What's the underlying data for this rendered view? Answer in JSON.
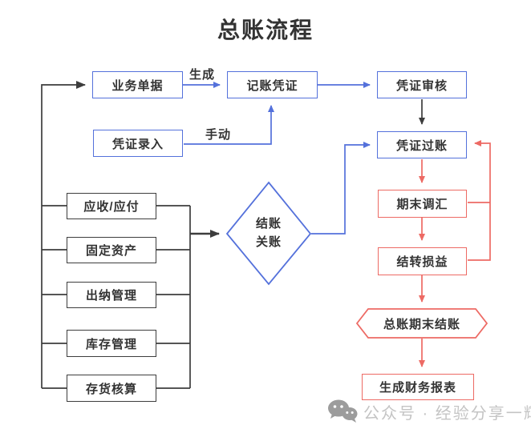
{
  "title": "总账流程",
  "colors": {
    "blue": "#5471DB",
    "red": "#ED6A64",
    "ink": "#333333",
    "line": "#3d3d3d",
    "wm-text": "#c4c4c4",
    "wm-icon": "#9c9c9c"
  },
  "nodes": {
    "business_docs": "业务单据",
    "bookkeeping_voucher": "记账凭证",
    "voucher_review": "凭证审核",
    "voucher_entry": "凭证录入",
    "receivable_payable": "应收/应付",
    "fixed_assets": "固定资产",
    "cashier_mgmt": "出纳管理",
    "inventory_mgmt": "库存管理",
    "stock_accounting": "存货核算",
    "voucher_posting": "凭证过账",
    "period_end_fx": "期末调汇",
    "carry_forward_pl": "结转损益",
    "gl_period_close": "总账期末结账",
    "generate_reports": "生成财务报表"
  },
  "diamond": {
    "line1": "结账",
    "line2": "关账"
  },
  "edge_labels": {
    "generate": "生成",
    "manual": "手动"
  },
  "watermark": {
    "icon": "wechat-icon",
    "text": "公众号 · 经验分享一辉"
  }
}
